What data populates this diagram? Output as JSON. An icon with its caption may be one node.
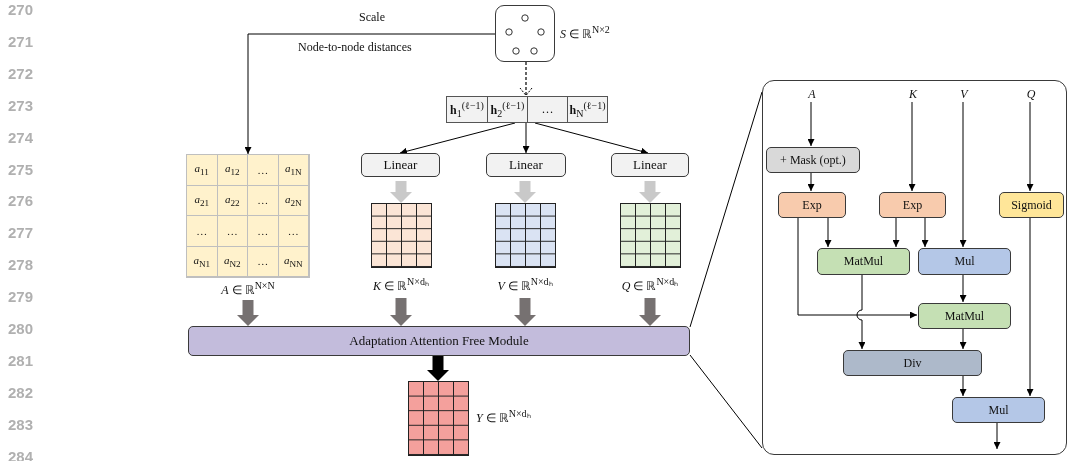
{
  "diagram": {
    "nodes": [
      {
        "text": [],
        "shape": "picture",
        "beside": [
          "*S* ∈ ℝ$^{N×2}$"
        ]
      },
      {
        "text": [
          "**h**$_{1}$$^{(ℓ−1)}$",
          "**h**$_{2}$$^{(ℓ−1)}$",
          "…",
          "**h**$_{N}$$^{(ℓ−1)}$"
        ]
      },
      {
        "text": [
          "*a*$_{11}$",
          "*a*$_{12}$",
          "…",
          "*a*$_{1N}$",
          "*a*$_{21}$",
          "*a*$_{22}$",
          "…",
          "*a*$_{2N}$",
          "…",
          "…",
          "…",
          "…",
          "*a*$_{N1}$",
          "*a*$_{N2}$",
          "…",
          "*a*$_{NN}$"
        ],
        "beside": [
          "*A* ∈ ℝ$^{N×N}$"
        ]
      },
      {
        "text": [
          "Linear"
        ]
      },
      {
        "text": [
          "Linear"
        ]
      },
      {
        "text": [
          "Linear"
        ]
      },
      {
        "text": [],
        "shape": "grid",
        "beside": [
          "*K* ∈ ℝ$^{N×dₕ}$"
        ]
      },
      {
        "text": [],
        "shape": "grid",
        "beside": [
          "*V* ∈ ℝ$^{N×dₕ}$"
        ]
      },
      {
        "text": [],
        "shape": "grid",
        "beside": [
          "*Q* ∈ ℝ$^{N×dₕ}$"
        ]
      },
      {
        "text": [
          "Adaptation Attention Free Module"
        ]
      },
      {
        "text": [],
        "shape": "grid",
        "beside": [
          "*Y* ∈ ℝ$^{N×dₕ}$"
        ]
      },
      {
        "text": [],
        "shape": "box"
      },
      {
        "text": [
          "A"
        ],
        "in": 11
      },
      {
        "text": [
          "K"
        ],
        "in": 11
      },
      {
        "text": [
          "V"
        ],
        "in": 11
      },
      {
        "text": [
          "Q"
        ],
        "in": 11
      },
      {
        "text": [
          "+ Mask (opt.)"
        ],
        "in": 11
      },
      {
        "text": [
          "Exp"
        ],
        "in": 11
      },
      {
        "text": [
          "Exp"
        ],
        "in": 11
      },
      {
        "text": [
          "Sigmoid"
        ],
        "in": 11
      },
      {
        "text": [
          "MatMul"
        ],
        "in": 11
      },
      {
        "text": [
          "Mul"
        ],
        "in": 11
      },
      {
        "text": [
          "MatMul"
        ],
        "in": 11
      },
      {
        "text": [
          "Div"
        ],
        "in": 11
      },
      {
        "text": [
          "Mul"
        ],
        "in": 11
      }
    ],
    "edges": [
      {
        "from": 0,
        "to": 2,
        "arrow": "to",
        "label": "Scale"
      },
      {
        "from": 0,
        "to": 1,
        "arrow": "to",
        "style": "dashed"
      },
      {
        "from": 1,
        "to": 3,
        "arrow": "to"
      },
      {
        "from": 1,
        "to": 4,
        "arrow": "to"
      },
      {
        "from": 1,
        "to": 5,
        "arrow": "to"
      },
      {
        "from": 3,
        "to": 6,
        "arrow": "to",
        "style": "thick",
        "color": "#c9c9c9"
      },
      {
        "from": 4,
        "to": 7,
        "arrow": "to",
        "style": "thick",
        "color": "#c9c9c9"
      },
      {
        "from": 5,
        "to": 8,
        "arrow": "to",
        "style": "thick",
        "color": "#c9c9c9"
      },
      {
        "from": 2,
        "to": 9,
        "arrow": "to",
        "style": "thick",
        "color": "#767171"
      },
      {
        "from": 6,
        "to": 9,
        "arrow": "to",
        "style": "thick",
        "color": "#767171"
      },
      {
        "from": 7,
        "to": 9,
        "arrow": "to",
        "style": "thick",
        "color": "#767171"
      },
      {
        "from": 8,
        "to": 9,
        "arrow": "to",
        "style": "thick",
        "color": "#767171"
      },
      {
        "from": 9,
        "to": 10,
        "arrow": "to",
        "style": "thick"
      },
      {
        "from": 9,
        "to": 11,
        "arrow": "none"
      },
      {
        "from": 9,
        "to": 11,
        "arrow": "none"
      },
      {
        "from": 12,
        "to": 16,
        "arrow": "to"
      },
      {
        "from": 16,
        "to": 17,
        "arrow": "to"
      },
      {
        "from": 13,
        "to": 18,
        "arrow": "to"
      },
      {
        "from": 15,
        "to": 19,
        "arrow": "to"
      },
      {
        "from": 14,
        "to": 21,
        "arrow": "to"
      },
      {
        "from": 17,
        "to": 20,
        "arrow": "to"
      },
      {
        "from": 18,
        "to": 20,
        "arrow": "to"
      },
      {
        "from": 18,
        "to": 21,
        "arrow": "to"
      },
      {
        "from": 17,
        "to": 22,
        "arrow": "to"
      },
      {
        "from": 21,
        "to": 22,
        "arrow": "to"
      },
      {
        "from": 20,
        "to": 23,
        "arrow": "to"
      },
      {
        "from": 22,
        "to": 23,
        "arrow": "to"
      },
      {
        "from": 23,
        "to": 24,
        "arrow": "to"
      },
      {
        "from": 19,
        "to": 24,
        "arrow": "to"
      },
      {
        "from": 24,
        "to": null,
        "arrow": "to"
      }
    ],
    "labels": [
      "270",
      "271",
      "272",
      "273",
      "274",
      "275",
      "276",
      "277",
      "278",
      "279",
      "280",
      "281",
      "282",
      "283",
      "284",
      "Node-to-node distances"
    ]
  }
}
